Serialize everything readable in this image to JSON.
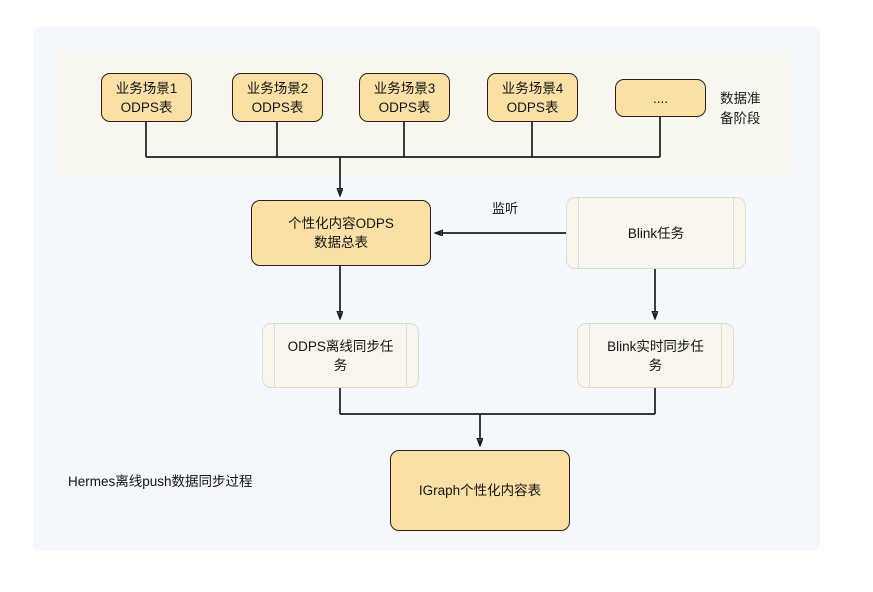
{
  "diagram": {
    "caption": "Hermes离线push数据同步过程",
    "stage_group": {
      "label": "数据准\n备阶段",
      "nodes": [
        {
          "id": "scene1",
          "text": "业务场景1\nODPS表"
        },
        {
          "id": "scene2",
          "text": "业务场景2\nODPS表"
        },
        {
          "id": "scene3",
          "text": "业务场景3\nODPS表"
        },
        {
          "id": "scene4",
          "text": "业务场景4\nODPS表"
        },
        {
          "id": "more",
          "text": "...."
        }
      ]
    },
    "nodes": [
      {
        "id": "odps_master",
        "text": "个性化内容ODPS\n数据总表",
        "shape": "orange-box"
      },
      {
        "id": "blink_task",
        "text": "Blink任务",
        "shape": "process"
      },
      {
        "id": "odps_offline_sync",
        "text": "ODPS离线同步任\n务",
        "shape": "process"
      },
      {
        "id": "blink_realtime_sync",
        "text": "Blink实时同步任\n务",
        "shape": "process"
      },
      {
        "id": "igraph_table",
        "text": "IGraph个性化内容表",
        "shape": "orange-box"
      }
    ],
    "edge_labels": [
      {
        "id": "listen",
        "text": "监听"
      }
    ],
    "colors": {
      "canvas_background": "#f4f8fc",
      "group_background": "#f7f6ef",
      "node_orange_fill": "#fbe0a6",
      "node_orange_border": "#2b2118",
      "node_process_fill": "#f7f5ec",
      "node_process_border": "#dedacb",
      "connector": "#1c1c1c",
      "text": "#141414"
    }
  }
}
